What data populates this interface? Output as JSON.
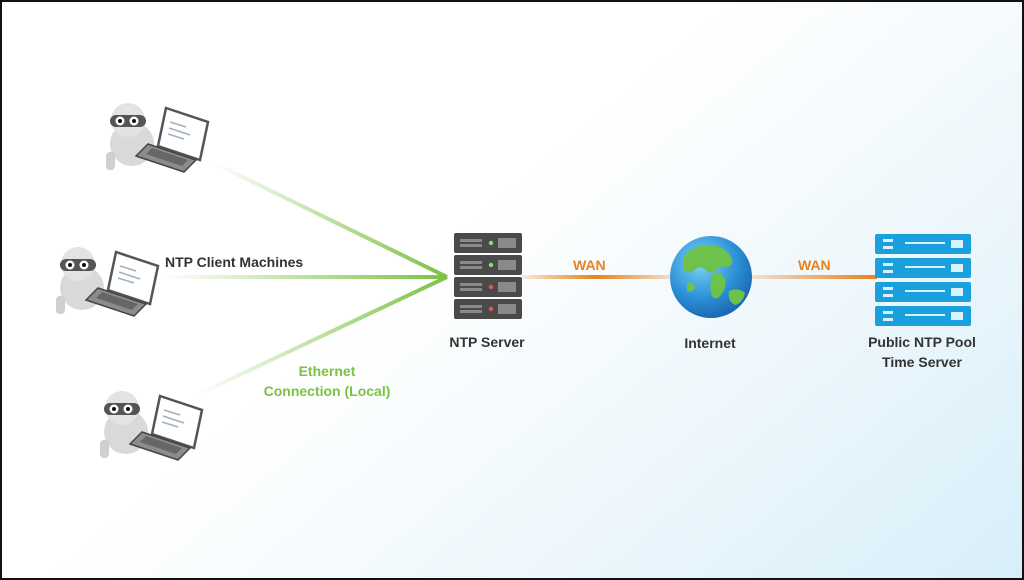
{
  "labels": {
    "clients": "NTP Client Machines",
    "ethernet_line1": "Ethernet",
    "ethernet_line2": "Connection (Local)",
    "ntp_server": "NTP Server",
    "wan_left": "WAN",
    "internet": "Internet",
    "wan_right": "WAN",
    "public_line1": "Public NTP Pool",
    "public_line2": "Time Server"
  },
  "icons": {
    "client": "robot-laptop-icon",
    "ntp_server": "server-rack-icon",
    "internet": "globe-icon",
    "public_server": "blue-server-rack-icon"
  },
  "colors": {
    "ethernet": "#7cc142",
    "wan": "#e8821e",
    "text": "#333333",
    "public_server": "#1aa0dc"
  }
}
